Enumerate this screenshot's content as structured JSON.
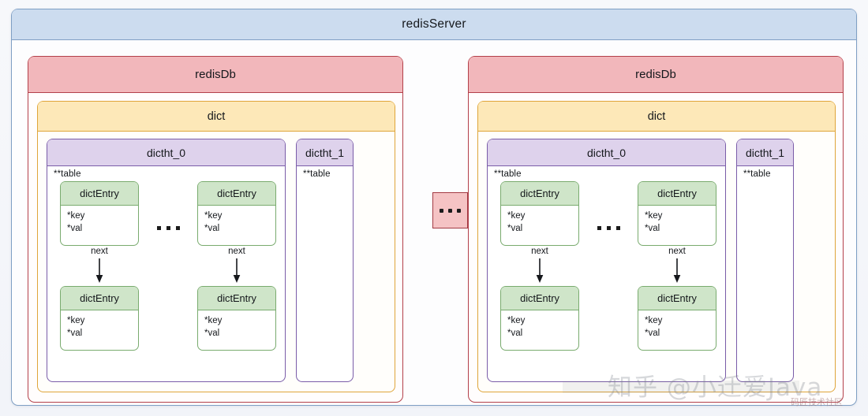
{
  "diagram": {
    "title": "redisServer",
    "background_color": "#f4f6fa"
  },
  "server": {
    "label": "redisServer",
    "border_color": "#7f9fc4",
    "header_color": "#ccdcef"
  },
  "databases": [
    {
      "label": "redisDb",
      "border_color": "#b3404a",
      "header_color": "#f2b7bb",
      "dict": {
        "label": "dict",
        "border_color": "#dfa53a",
        "header_color": "#fde8b8",
        "hashtables": [
          {
            "label": "dictht_0",
            "table_label": "**table",
            "border_color": "#7a5ca8",
            "header_color": "#ded2ec",
            "buckets": [
              {
                "entries": [
                  {
                    "label": "dictEntry",
                    "key": "*key",
                    "val": "*val"
                  },
                  {
                    "label": "dictEntry",
                    "key": "*key",
                    "val": "*val"
                  }
                ],
                "link_label": "next"
              },
              {
                "entries": [
                  {
                    "label": "dictEntry",
                    "key": "*key",
                    "val": "*val"
                  },
                  {
                    "label": "dictEntry",
                    "key": "*key",
                    "val": "*val"
                  }
                ],
                "link_label": "next"
              }
            ],
            "bucket_ellipsis": "..."
          },
          {
            "label": "dictht_1",
            "table_label": "**table",
            "border_color": "#7a5ca8",
            "header_color": "#ded2ec",
            "buckets": [],
            "bucket_ellipsis": ""
          }
        ]
      }
    },
    {
      "label": "redisDb",
      "border_color": "#b3404a",
      "header_color": "#f2b7bb",
      "dict": {
        "label": "dict",
        "border_color": "#dfa53a",
        "header_color": "#fde8b8",
        "hashtables": [
          {
            "label": "dictht_0",
            "table_label": "**table",
            "border_color": "#7a5ca8",
            "header_color": "#ded2ec",
            "buckets": [
              {
                "entries": [
                  {
                    "label": "dictEntry",
                    "key": "*key",
                    "val": "*val"
                  },
                  {
                    "label": "dictEntry",
                    "key": "*key",
                    "val": "*val"
                  }
                ],
                "link_label": "next"
              },
              {
                "entries": [
                  {
                    "label": "dictEntry",
                    "key": "*key",
                    "val": "*val"
                  },
                  {
                    "label": "dictEntry",
                    "key": "*key",
                    "val": "*val"
                  }
                ],
                "link_label": "next"
              }
            ],
            "bucket_ellipsis": "..."
          },
          {
            "label": "dictht_1",
            "table_label": "**table",
            "border_color": "#7a5ca8",
            "header_color": "#ded2ec",
            "buckets": [],
            "bucket_ellipsis": ""
          }
        ]
      }
    }
  ],
  "db_separator": {
    "label": "...",
    "fill_color": "#f5c3c4",
    "border_color": "#a33a43"
  },
  "watermark": {
    "primary": "知乎 @小迁爱Java",
    "secondary": "码匠技术社区"
  }
}
